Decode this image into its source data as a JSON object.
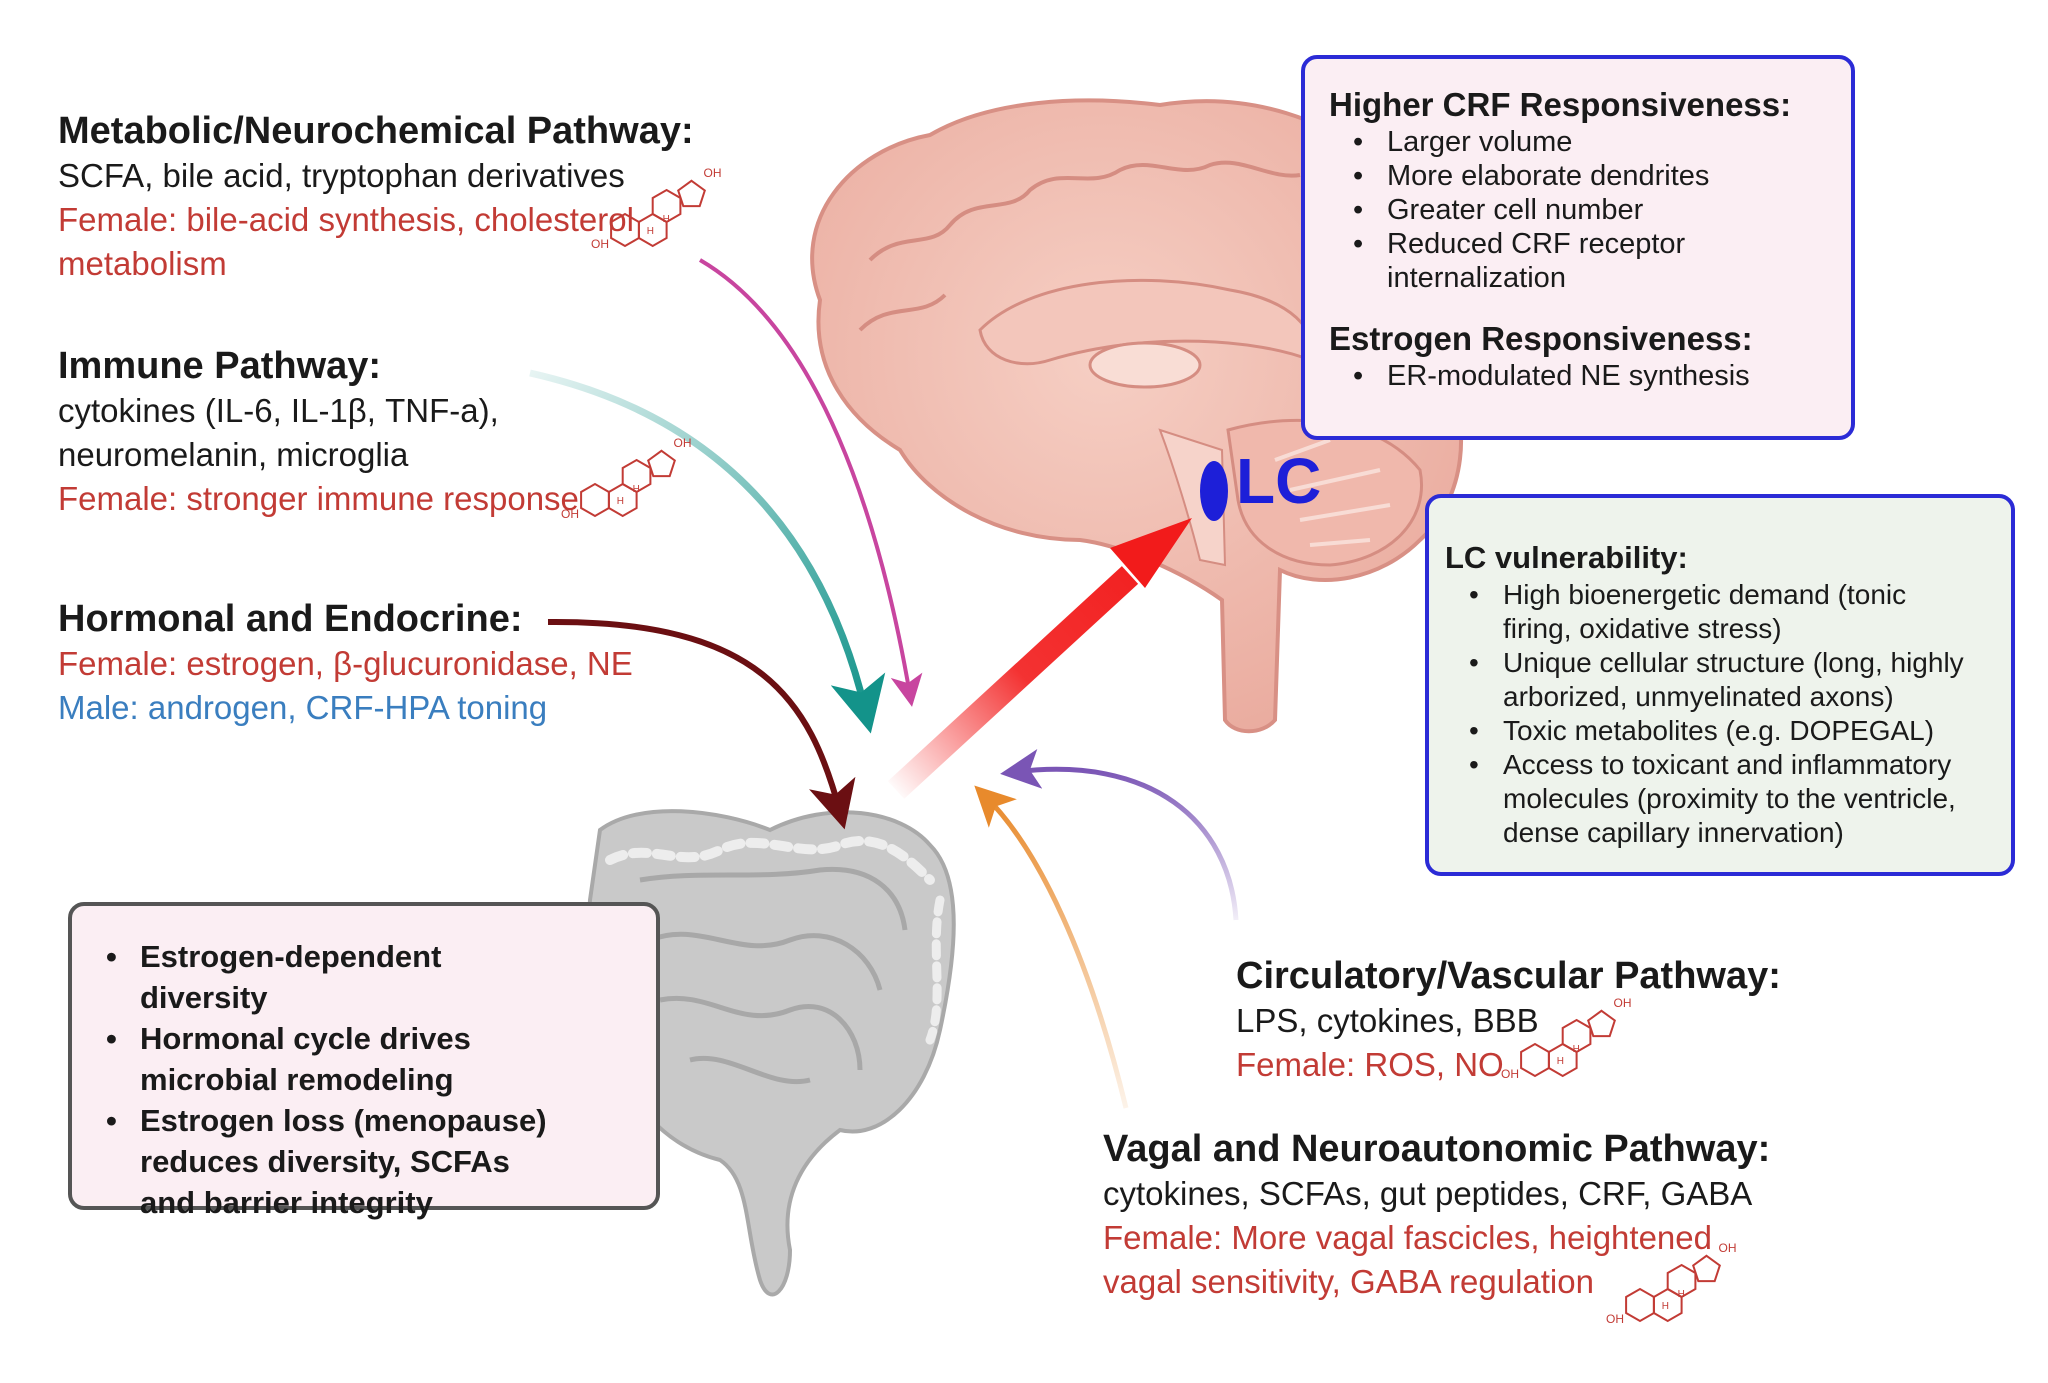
{
  "pathways": {
    "metabolic": {
      "title": "Metabolic/Neurochemical Pathway:",
      "line1": "SCFA, bile acid, tryptophan derivatives",
      "female": "Female: bile-acid synthesis, cholesterol metabolism"
    },
    "immune": {
      "title": "Immune Pathway:",
      "line1": "cytokines (IL-6, IL-1β, TNF-a),",
      "line2": "neuromelanin, microglia",
      "female": "Female: stronger immune response"
    },
    "hormonal": {
      "title": "Hormonal and Endocrine:",
      "female": "Female: estrogen, β-glucuronidase, NE",
      "male": "Male: androgen, CRF-HPA toning"
    },
    "circulatory": {
      "title": "Circulatory/Vascular Pathway:",
      "line1": "LPS, cytokines, BBB",
      "female": "Female: ROS, NO"
    },
    "vagal": {
      "title": "Vagal and Neuroautonomic Pathway:",
      "line1": "cytokines, SCFAs, gut peptides, CRF, GABA",
      "female1": "Female: More vagal fascicles, heightened",
      "female2": "vagal sensitivity, GABA regulation"
    }
  },
  "crf_box": {
    "title": "Higher CRF Responsiveness:",
    "items": [
      "Larger volume",
      "More elaborate dendrites",
      "Greater cell number",
      "Reduced CRF receptor internalization"
    ],
    "estrogen_title": "Estrogen Responsiveness:",
    "estrogen_items": [
      "ER-modulated NE synthesis"
    ]
  },
  "lc_box": {
    "title": "LC vulnerability:",
    "items": [
      "High bioenergetic demand (tonic firing, oxidative stress)",
      "Unique cellular structure (long, highly arborized, unmyelinated axons)",
      "Toxic metabolites (e.g. DOPEGAL)",
      "Access to toxicant and inflammatory molecules (proximity to the ventricle, dense capillary innervation)"
    ]
  },
  "gut_box": {
    "items": [
      "Estrogen-dependent diversity",
      "Hormonal cycle drives microbial remodeling",
      "Estrogen loss (menopause) reduces diversity, SCFAs and barrier integrity"
    ]
  },
  "lc_label": "LC",
  "molecule_labels": {
    "oh": "OH",
    "h": "H"
  },
  "colors": {
    "female_text": "#c23b35",
    "male_text": "#3a7ebf",
    "box_border": "#2b2bd6",
    "arrow_metabolic": "#c8459f",
    "arrow_immune": "#13938a",
    "arrow_hormonal": "#6b0f12",
    "arrow_circulatory": "#7a55b5",
    "arrow_vagal": "#e88a2c",
    "arrow_main": "#f21b1b",
    "female_symbol": "#e0585e",
    "intersex_symbol": "#3b3096"
  },
  "icons": [
    "brain-illustration",
    "gut-illustration",
    "estradiol-molecule-icon",
    "female-symbol-icon",
    "male-female-symbol-icon"
  ]
}
